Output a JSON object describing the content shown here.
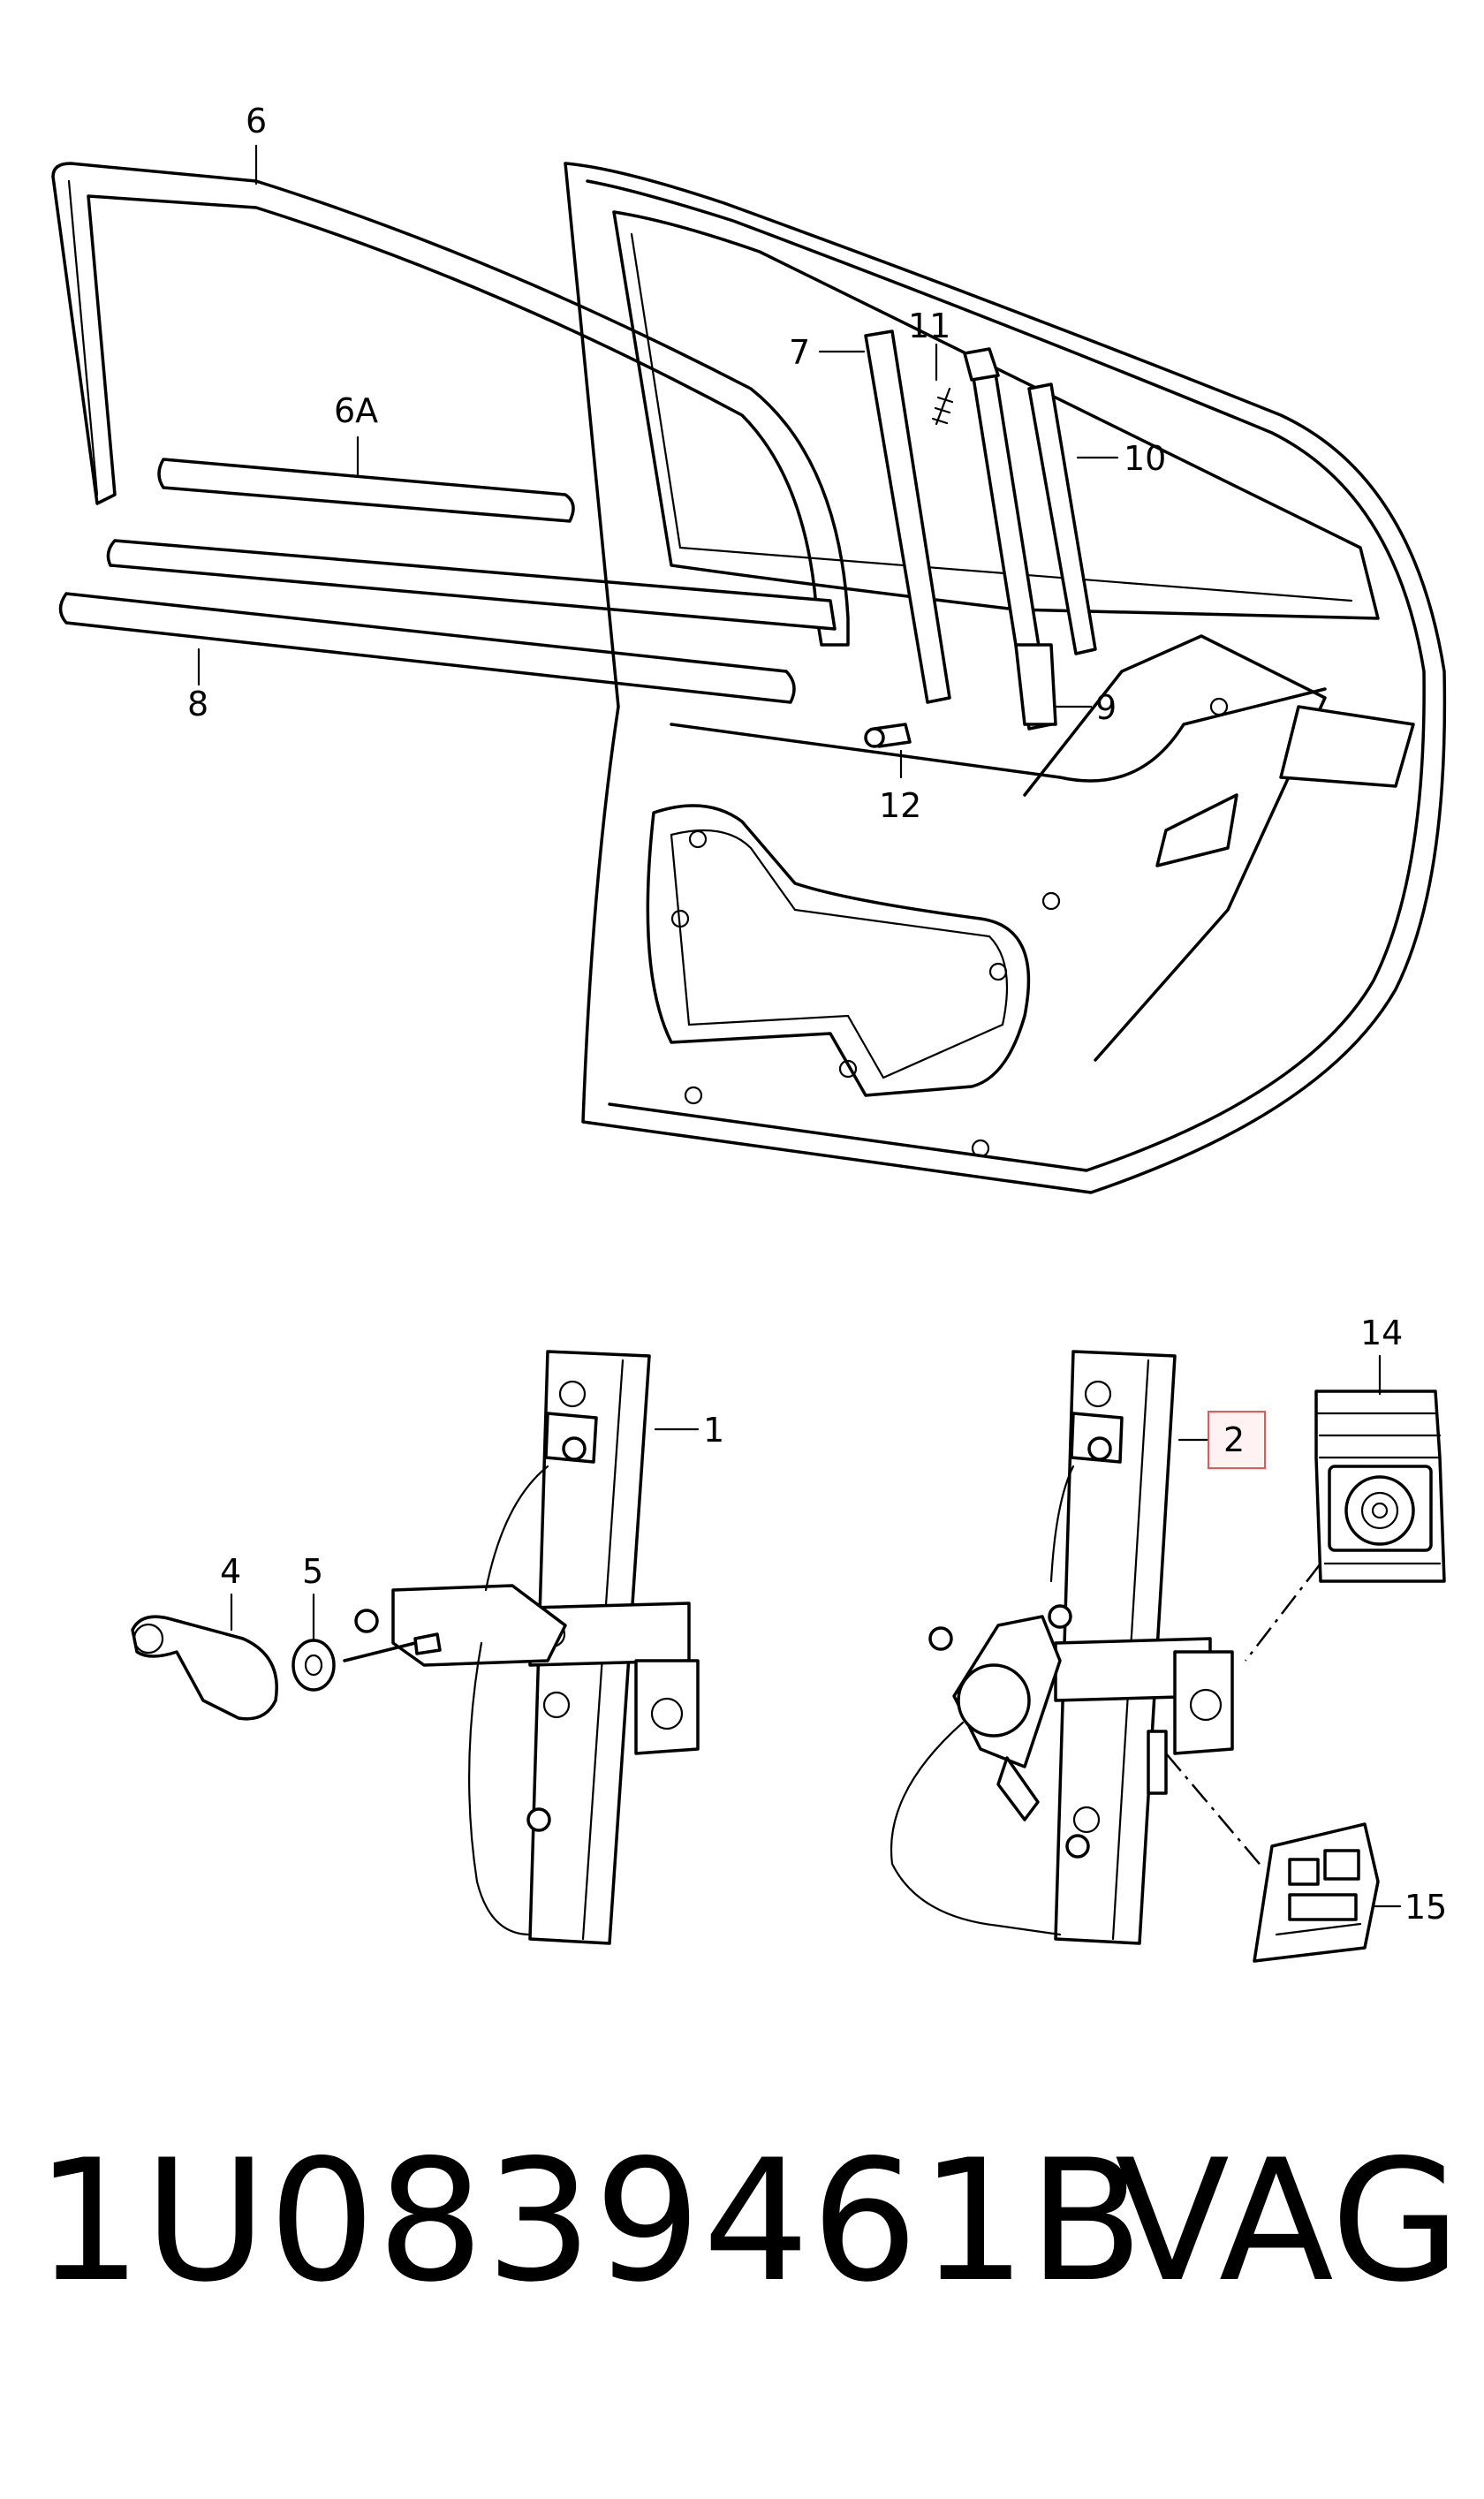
{
  "callouts": {
    "c6": "6",
    "c6a": "6A",
    "c7": "7",
    "c8": "8",
    "c9": "9",
    "c10": "10",
    "c11": "11",
    "c12": "12",
    "c1": "1",
    "c2": "2",
    "c4": "4",
    "c5": "5",
    "c14": "14",
    "c15": "15"
  },
  "highlight_color": "#e05a5a",
  "footer": {
    "part_number": "1U0839461B",
    "brand": "VAG"
  }
}
